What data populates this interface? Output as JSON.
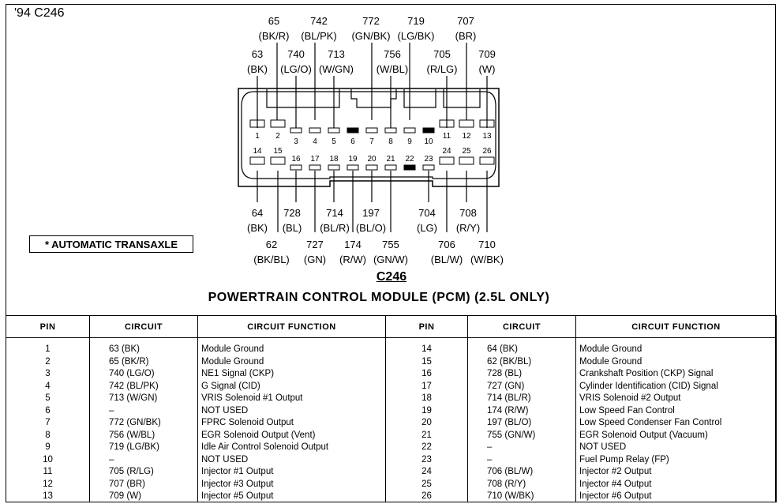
{
  "corner_label": "'94 C246",
  "note": "* AUTOMATIC TRANSAXLE",
  "connector_name": "C246",
  "title": "POWERTRAIN CONTROL MODULE (PCM) (2.5L  ONLY)",
  "top_wires_row1": [
    {
      "num": "65",
      "color": "(BK/R)"
    },
    {
      "num": "742",
      "color": "(BL/PK)"
    },
    {
      "num": "772",
      "color": "(GN/BK)"
    },
    {
      "num": "719",
      "color": "(LG/BK)"
    },
    {
      "num": "707",
      "color": "(BR)"
    }
  ],
  "top_wires_row2": [
    {
      "num": "63",
      "color": "(BK)"
    },
    {
      "num": "740",
      "color": "(LG/O)"
    },
    {
      "num": "713",
      "color": "(W/GN)"
    },
    {
      "num": "756",
      "color": "(W/BL)"
    },
    {
      "num": "705",
      "color": "(R/LG)"
    },
    {
      "num": "709",
      "color": "(W)"
    }
  ],
  "bottom_wires_row1": [
    {
      "num": "64",
      "color": "(BK)"
    },
    {
      "num": "728",
      "color": "(BL)"
    },
    {
      "num": "714",
      "color": "(BL/R)"
    },
    {
      "num": "197",
      "color": "(BL/O)"
    },
    {
      "num": "704",
      "color": "(LG)"
    },
    {
      "num": "708",
      "color": "(R/Y)"
    }
  ],
  "bottom_wires_row2": [
    {
      "num": "62",
      "color": "(BK/BL)"
    },
    {
      "num": "727",
      "color": "(GN)"
    },
    {
      "num": "174",
      "color": "(R/W)"
    },
    {
      "num": "755",
      "color": "(GN/W)"
    },
    {
      "num": "706",
      "color": "(BL/W)"
    },
    {
      "num": "710",
      "color": "(W/BK)"
    }
  ],
  "pin_numbers_top": [
    "1",
    "2",
    "3",
    "4",
    "5",
    "6",
    "7",
    "8",
    "9",
    "10",
    "11",
    "12",
    "13"
  ],
  "pin_numbers_bottom": [
    "14",
    "15",
    "16",
    "17",
    "18",
    "19",
    "20",
    "21",
    "22",
    "23",
    "24",
    "25",
    "26"
  ],
  "table": {
    "headers": [
      "PIN",
      "CIRCUIT",
      "CIRCUIT FUNCTION",
      "PIN",
      "CIRCUIT",
      "CIRCUIT FUNCTION"
    ],
    "rows": [
      {
        "pin": "1",
        "circuit": "63  (BK)",
        "function": "Module Ground",
        "pin2": "14",
        "circuit2": "64  (BK)",
        "function2": "Module Ground"
      },
      {
        "pin": "2",
        "circuit": "65  (BK/R)",
        "function": "Module Ground",
        "pin2": "15",
        "circuit2": "62  (BK/BL)",
        "function2": "Module Ground"
      },
      {
        "pin": "3",
        "circuit": "740  (LG/O)",
        "function": "NE1  Signal  (CKP)",
        "pin2": "16",
        "circuit2": "728  (BL)",
        "function2": "Crankshaft  Position  (CKP)  Signal"
      },
      {
        "pin": "4",
        "circuit": "742  (BL/PK)",
        "function": "G  Signal  (CID)",
        "pin2": "17",
        "circuit2": "727  (GN)",
        "function2": "Cylinder  Identification  (CID)  Signal"
      },
      {
        "pin": "5",
        "circuit": "713  (W/GN)",
        "function": "VRIS  Solenoid  #1  Output",
        "pin2": "18",
        "circuit2": "714  (BL/R)",
        "function2": "VRIS  Solenoid  #2  Output"
      },
      {
        "pin": "6",
        "circuit": "–",
        "function": "NOT  USED",
        "pin2": "19",
        "circuit2": "174  (R/W)",
        "function2": "Low  Speed  Fan  Control"
      },
      {
        "pin": "7",
        "circuit": "772  (GN/BK)",
        "function": "FPRC  Solenoid  Output",
        "pin2": "20",
        "circuit2": "197  (BL/O)",
        "function2": "Low  Speed  Condenser  Fan  Control"
      },
      {
        "pin": "8",
        "circuit": "756  (W/BL)",
        "function": "EGR  Solenoid  Output  (Vent)",
        "pin2": "21",
        "circuit2": "755  (GN/W)",
        "function2": "EGR  Solenoid  Output  (Vacuum)"
      },
      {
        "pin": "9",
        "circuit": "719  (LG/BK)",
        "function": "Idle  Air  Control  Solenoid  Output",
        "pin2": "22",
        "circuit2": "–",
        "function2": "NOT  USED"
      },
      {
        "pin": "10",
        "circuit": "–",
        "function": "NOT  USED",
        "pin2": "23",
        "circuit2": "–",
        "function2": "Fuel  Pump  Relay  (FP)"
      },
      {
        "pin": "11",
        "circuit": "705  (R/LG)",
        "function": "Injector  #1  Output",
        "pin2": "24",
        "circuit2": "706  (BL/W)",
        "function2": "Injector  #2  Output"
      },
      {
        "pin": "12",
        "circuit": "707  (BR)",
        "function": "Injector  #3  Output",
        "pin2": "25",
        "circuit2": "708  (R/Y)",
        "function2": "Injector  #4  Output"
      },
      {
        "pin": "13",
        "circuit": "709  (W)",
        "function": "Injector  #5  Output",
        "pin2": "26",
        "circuit2": "710  (W/BK)",
        "function2": "Injector  #6  Output"
      }
    ]
  }
}
